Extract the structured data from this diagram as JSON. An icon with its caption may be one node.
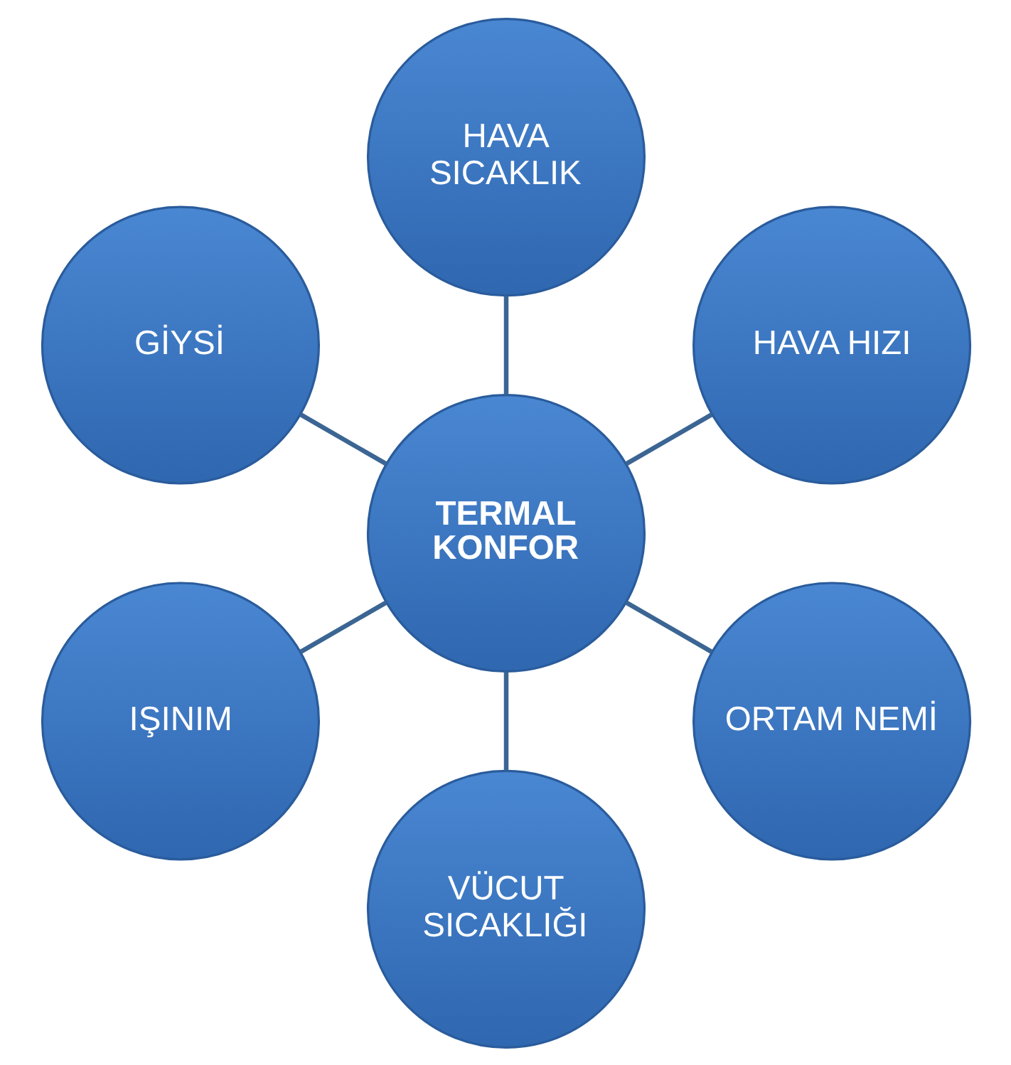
{
  "diagram": {
    "nodes": [
      {
        "text": [
          "TERMAL KONFOR"
        ]
      },
      {
        "text": [
          "HAVA HIZI"
        ]
      },
      {
        "text": [
          "HAVA SICAKLIK"
        ]
      },
      {
        "text": [
          "GİYSİ"
        ]
      },
      {
        "text": [
          "IŞINIM"
        ]
      },
      {
        "text": [
          "VÜCUT SICAKLIĞI"
        ]
      },
      {
        "text": [
          "ORTAM NEMİ"
        ]
      }
    ],
    "edges": [
      {
        "from": 0,
        "to": 1,
        "arrow": "none"
      },
      {
        "from": 0,
        "to": 2,
        "arrow": "none"
      },
      {
        "from": 0,
        "to": 3,
        "arrow": "none"
      },
      {
        "from": 0,
        "to": 4,
        "arrow": "none"
      },
      {
        "from": 0,
        "to": 5,
        "arrow": "none"
      },
      {
        "from": 0,
        "to": 6,
        "arrow": "none"
      }
    ]
  }
}
